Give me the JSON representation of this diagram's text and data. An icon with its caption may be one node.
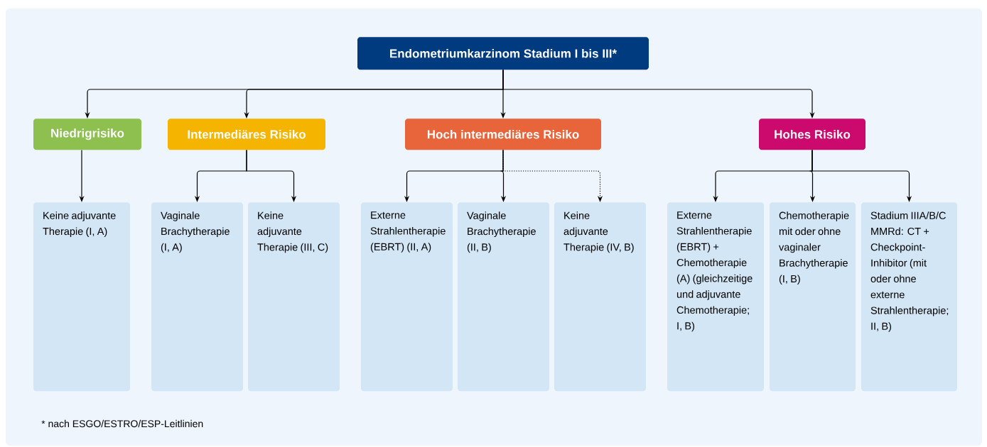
{
  "diagram": {
    "nodes": [
      {
        "text": [
          "Endometriumkarzinom Stadium I bis III*"
        ]
      },
      {
        "text": [
          "Niedrigrisiko"
        ]
      },
      {
        "text": [
          "Intermediäres Risiko"
        ]
      },
      {
        "text": [
          "Hoch intermediäres Risiko"
        ]
      },
      {
        "text": [
          "Hohes Risiko"
        ]
      },
      {
        "text": [
          "Keine adjuvante Therapie (I, A)"
        ]
      },
      {
        "text": [
          "Vaginale Brachytherapie (I, A)"
        ]
      },
      {
        "text": [
          "Keine adjuvante Therapie (III, C)"
        ]
      },
      {
        "text": [
          "Externe Strahlentherapie (EBRT) (II, A)"
        ]
      },
      {
        "text": [
          "Vaginale Brachytherapie (II, B)"
        ]
      },
      {
        "text": [
          "Keine adjuvante Therapie (IV, B)"
        ]
      },
      {
        "text": [
          "Externe Strahlentherapie (EBRT) + Chemotherapie (A) (gleichzeitige und adjuvante Chemotherapie; I, B)"
        ]
      },
      {
        "text": [
          "Chemotherapie mit oder ohne vaginaler Brachytherapie (I, B)"
        ]
      },
      {
        "text": [
          "Stadium IIIA/B/C MMRd: CT + Checkpoint-Inhibitor (mit oder ohne externe Strahlentherapie; II, B)"
        ]
      }
    ],
    "edges": [
      {
        "from": 0,
        "to": 1,
        "arrow": "to"
      },
      {
        "from": 0,
        "to": 2,
        "arrow": "to"
      },
      {
        "from": 0,
        "to": 3,
        "arrow": "to"
      },
      {
        "from": 0,
        "to": 4,
        "arrow": "to"
      },
      {
        "from": 1,
        "to": 5,
        "arrow": "to"
      },
      {
        "from": 2,
        "to": 6,
        "arrow": "to"
      },
      {
        "from": 2,
        "to": 7,
        "arrow": "to"
      },
      {
        "from": 3,
        "to": 8,
        "arrow": "to"
      },
      {
        "from": 3,
        "to": 9,
        "arrow": "to"
      },
      {
        "from": 3,
        "to": 10,
        "arrow": "to",
        "style": "dashed"
      },
      {
        "from": 4,
        "to": 11,
        "arrow": "to"
      },
      {
        "from": 4,
        "to": 12,
        "arrow": "to"
      },
      {
        "from": 4,
        "to": 13,
        "arrow": "to"
      }
    ],
    "labels": [
      "* nach ESGO/ESTRO/ESP-Leitlinien"
    ]
  }
}
